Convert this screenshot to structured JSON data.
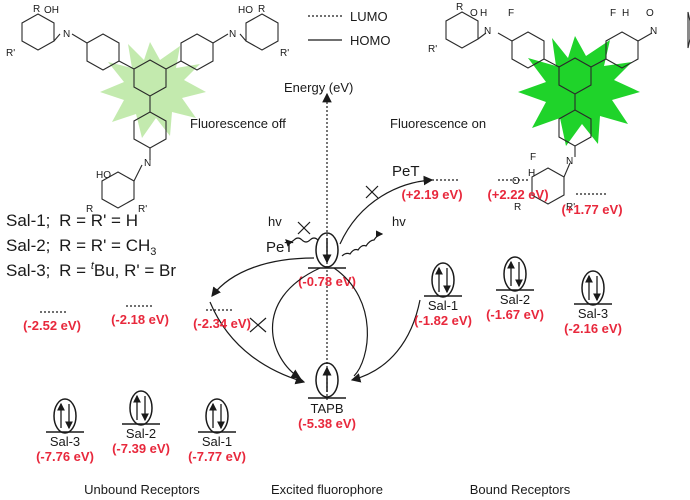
{
  "legend": {
    "lumo": "LUMO",
    "homo": "HOMO"
  },
  "axis": {
    "energy": "Energy (eV)"
  },
  "states": {
    "off": "Fluorescence off",
    "on": "Fluorescence on"
  },
  "petLabel": "PeT",
  "hvLabel": "hv",
  "sal_defs": [
    {
      "name": "Sal-1;",
      "r": "R = R' = H"
    },
    {
      "name": "Sal-2;",
      "r": "R = R' = CH",
      "sub": "3"
    },
    {
      "name": "Sal-3;",
      "r": "R = ",
      "sup": "t",
      "rest": "Bu, R' = Br"
    }
  ],
  "fluorophore": {
    "name": "TAPB",
    "lumo": "(-0.78 eV)",
    "homo": "(-5.38 eV)"
  },
  "unbound": {
    "lumo": [
      "(-2.52 eV)",
      "(-2.18 eV)",
      "(-2.34 eV)"
    ],
    "homo": [
      {
        "name": "Sal-3",
        "value": "(-7.76 eV)"
      },
      {
        "name": "Sal-2",
        "value": "(-7.39 eV)"
      },
      {
        "name": "Sal-1",
        "value": "(-7.77 eV)"
      }
    ]
  },
  "bound": {
    "lumo": [
      "(+2.19 eV)",
      "(+2.22 eV)",
      "(+1.77 eV)"
    ],
    "homo": [
      {
        "name": "Sal-1",
        "value": "(-1.82 eV)"
      },
      {
        "name": "Sal-2",
        "value": "(-1.67 eV)"
      },
      {
        "name": "Sal-3",
        "value": "(-2.16 eV)"
      }
    ]
  },
  "captions": {
    "unbound": "Unbound Receptors",
    "fluorophore": "Excited fluorophore",
    "bound": "Bound Receptors"
  },
  "structure_atoms": {
    "r": "R",
    "rp": "R'",
    "n": "N",
    "oh": "OH",
    "ho": "HO",
    "o": "O",
    "h": "H",
    "f": "F"
  },
  "colors": {
    "energy": "#e8283c",
    "glow_off": "#b8e6a0",
    "glow_on": "#1fd32a"
  }
}
